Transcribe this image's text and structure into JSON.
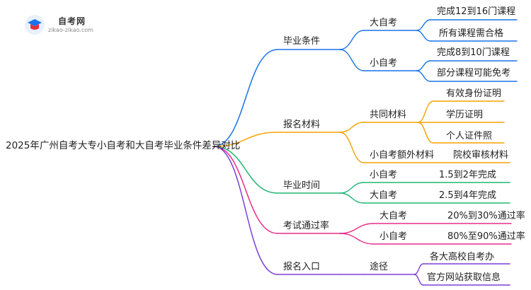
{
  "logo": {
    "title": "自考网",
    "url": "zikao-zikao.com"
  },
  "colors": {
    "blue": "#1a73e8",
    "orange": "#f5a200",
    "green": "#22b573",
    "pink": "#e62e8c",
    "purple": "#7b3fd6"
  },
  "root": {
    "label": "2025年广州自考大专小自考和大自考毕业条件差异对比"
  },
  "branches": [
    {
      "label": "毕业条件",
      "color": "blue",
      "children": [
        {
          "label": "大自考",
          "children": [
            {
              "label": "完成12到16门课程"
            },
            {
              "label": "所有课程需合格"
            }
          ]
        },
        {
          "label": "小自考",
          "children": [
            {
              "label": "完成8到10门课程"
            },
            {
              "label": "部分课程可能免考"
            }
          ]
        }
      ]
    },
    {
      "label": "报名材料",
      "color": "orange",
      "children": [
        {
          "label": "共同材料",
          "children": [
            {
              "label": "有效身份证明"
            },
            {
              "label": "学历证明"
            },
            {
              "label": "个人证件照"
            }
          ]
        },
        {
          "label": "小自考额外材料",
          "children": [
            {
              "label": "院校审核材料"
            }
          ]
        }
      ]
    },
    {
      "label": "毕业时间",
      "color": "green",
      "children": [
        {
          "label": "小自考",
          "children": [
            {
              "label": "1.5到2年完成"
            }
          ]
        },
        {
          "label": "大自考",
          "children": [
            {
              "label": "2.5到4年完成"
            }
          ]
        }
      ]
    },
    {
      "label": "考试通过率",
      "color": "pink",
      "children": [
        {
          "label": "大自考",
          "children": [
            {
              "label": "20%到30%通过率"
            }
          ]
        },
        {
          "label": "小自考",
          "children": [
            {
              "label": "80%至90%通过率"
            }
          ]
        }
      ]
    },
    {
      "label": "报名入口",
      "color": "purple",
      "children": [
        {
          "label": "途径",
          "children": [
            {
              "label": "各大高校自考办"
            },
            {
              "label": "官方网站获取信息"
            }
          ]
        }
      ]
    }
  ]
}
